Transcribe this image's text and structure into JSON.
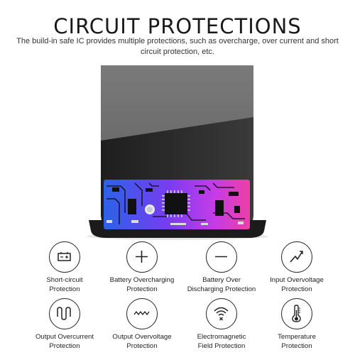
{
  "header": {
    "title": "CIRCUIT PROTECTIONS",
    "subtitle": "The build-in safe IC provides multiple protections, such as overcharge, over current and short circuit protection, etc."
  },
  "colors": {
    "battery_dark": "#2a2a2a",
    "battery_grey": "#6b6b6b",
    "pcb_blue": "#2a63e8",
    "pcb_purple": "#b53cf0",
    "pcb_pink": "#ee3fa6",
    "icon_stroke": "#222222"
  },
  "features": [
    {
      "line1": "Short-circuit",
      "line2": "Protection",
      "icon": "battery-short-icon"
    },
    {
      "line1": "Battery Overcharging",
      "line2": "Protection",
      "icon": "plus-icon"
    },
    {
      "line1": "Battery Over",
      "line2": "Discharging Protection",
      "icon": "minus-icon"
    },
    {
      "line1": "Input Overvoltage",
      "line2": "Protection",
      "icon": "lightning-icon"
    },
    {
      "line1": "Output Overcurrent",
      "line2": "Protection",
      "icon": "wave-current-icon"
    },
    {
      "line1": "Output Overvoltage",
      "line2": "Protection",
      "icon": "zigzag-wave-icon"
    },
    {
      "line1": "Electromagnetic",
      "line2": "Field Protection",
      "icon": "wifi-shield-icon"
    },
    {
      "line1": "Temperature",
      "line2": "Protection",
      "icon": "thermometer-icon"
    }
  ]
}
